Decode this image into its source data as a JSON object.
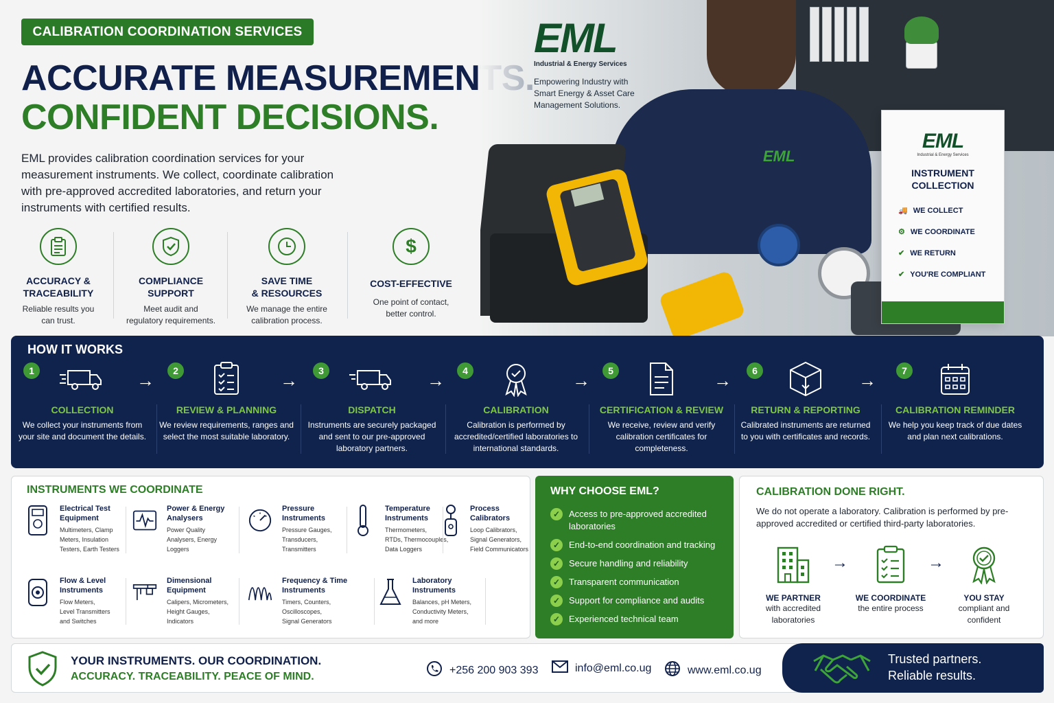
{
  "hero": {
    "tag": "CALIBRATION COORDINATION SERVICES",
    "headline_1": "ACCURATE MEASUREMENTS.",
    "headline_2": "CONFIDENT DECISIONS.",
    "intro": "EML provides calibration coordination services for your measurement instruments. We collect, coordinate calibration with pre-approved accredited laboratories, and return your instruments with certified results."
  },
  "features": [
    {
      "icon": "clipboard-icon",
      "title_1": "ACCURACY &",
      "title_2": "TRACEABILITY",
      "desc_1": "Reliable results you",
      "desc_2": "can trust."
    },
    {
      "icon": "shield-check-icon",
      "title_1": "COMPLIANCE",
      "title_2": "SUPPORT",
      "desc_1": "Meet audit and",
      "desc_2": "regulatory requirements."
    },
    {
      "icon": "clock-icon",
      "title_1": "SAVE TIME",
      "title_2": "& RESOURCES",
      "desc_1": "We manage the entire",
      "desc_2": "calibration process."
    },
    {
      "icon": "dollar-icon",
      "title_1": "COST-EFFECTIVE",
      "title_2": "",
      "desc_1": "One point of contact,",
      "desc_2": "better control."
    }
  ],
  "logo": {
    "name": "EML",
    "subtitle": "Industrial & Energy Services",
    "tagline": "Empowering Industry with Smart Energy & Asset Care Management Solutions."
  },
  "box": {
    "logo": "EML",
    "logo_sub": "Industrial & Energy Services",
    "title_1": "INSTRUMENT",
    "title_2": "COLLECTION",
    "items": [
      "WE COLLECT",
      "WE COORDINATE",
      "WE RETURN",
      "YOU'RE COMPLIANT"
    ]
  },
  "how": {
    "title": "HOW IT WORKS",
    "steps": [
      {
        "num": "1",
        "icon": "truck-icon",
        "title": "COLLECTION",
        "desc": "We collect your instruments from your site and document the details."
      },
      {
        "num": "2",
        "icon": "checklist-icon",
        "title": "REVIEW & PLANNING",
        "desc": "We review requirements, ranges and select the most suitable laboratory."
      },
      {
        "num": "3",
        "icon": "delivery-truck-icon",
        "title": "DISPATCH",
        "desc": "Instruments are securely packaged and sent to our pre-approved laboratory partners."
      },
      {
        "num": "4",
        "icon": "award-ribbon-icon",
        "title": "CALIBRATION",
        "desc": "Calibration is performed by accredited/certified laboratories to international standards."
      },
      {
        "num": "5",
        "icon": "document-icon",
        "title": "CERTIFICATION & REVIEW",
        "desc": "We receive, review and verify calibration certificates for completeness."
      },
      {
        "num": "6",
        "icon": "package-icon",
        "title": "RETURN & REPORTING",
        "desc": "Calibrated instruments are returned to you with certificates and records."
      },
      {
        "num": "7",
        "icon": "calendar-icon",
        "title": "CALIBRATION REMINDER",
        "desc": "We help you keep track of due dates and plan next calibrations."
      }
    ]
  },
  "instruments": {
    "title": "INSTRUMENTS WE COORDINATE",
    "items": [
      {
        "icon": "multimeter-icon",
        "title_1": "Electrical Test",
        "title_2": "Equipment",
        "desc": [
          "Multimeters, Clamp",
          "Meters, Insulation",
          "Testers, Earth Testers"
        ]
      },
      {
        "icon": "waveform-icon",
        "title_1": "Power & Energy",
        "title_2": "Analysers",
        "desc": [
          "Power Quality",
          "Analysers, Energy",
          "Loggers"
        ]
      },
      {
        "icon": "pressure-gauge-icon",
        "title_1": "Pressure",
        "title_2": "Instruments",
        "desc": [
          "Pressure Gauges,",
          "Transducers,",
          "Transmitters"
        ]
      },
      {
        "icon": "thermometer-icon",
        "title_1": "Temperature",
        "title_2": "Instruments",
        "desc": [
          "Thermometers,",
          "RTDs, Thermocouples,",
          "Data Loggers"
        ]
      },
      {
        "icon": "process-calibrator-icon",
        "title_1": "Process",
        "title_2": "Calibrators",
        "desc": [
          "Loop Calibrators,",
          "Signal Generators,",
          "Field Communicators"
        ]
      },
      {
        "icon": "flow-meter-icon",
        "title_1": "Flow & Level",
        "title_2": "Instruments",
        "desc": [
          "Flow Meters,",
          "Level Transmitters",
          "and Switches"
        ]
      },
      {
        "icon": "caliper-icon",
        "title_1": "Dimensional",
        "title_2": "Equipment",
        "desc": [
          "Calipers, Micrometers,",
          "Height Gauges,",
          "Indicators"
        ]
      },
      {
        "icon": "frequency-wave-icon",
        "title_1": "Frequency & Time",
        "title_2": "Instruments",
        "desc": [
          "Timers, Counters,",
          "Oscilloscopes,",
          "Signal Generators"
        ]
      },
      {
        "icon": "flask-icon",
        "title_1": "Laboratory",
        "title_2": "Instruments",
        "desc": [
          "Balances, pH Meters,",
          "Conductivity Meters,",
          "and more"
        ]
      }
    ]
  },
  "why": {
    "title": "WHY CHOOSE EML?",
    "items": [
      "Access to pre-approved accredited laboratories",
      "End-to-end coordination and tracking",
      "Secure handling and reliability",
      "Transparent communication",
      "Support for compliance and audits",
      "Experienced technical team"
    ]
  },
  "right": {
    "title": "CALIBRATION DONE RIGHT.",
    "desc": "We do not operate a laboratory. Calibration is performed by pre-approved accredited or certified third-party laboratories.",
    "cols": [
      {
        "icon": "building-icon",
        "title": "WE PARTNER",
        "desc_1": "with accredited",
        "desc_2": "laboratories"
      },
      {
        "icon": "checklist-icon",
        "title": "WE COORDINATE",
        "desc_1": "the entire process",
        "desc_2": ""
      },
      {
        "icon": "award-ribbon-icon",
        "title": "YOU STAY",
        "desc_1": "compliant and",
        "desc_2": "confident"
      }
    ]
  },
  "footer": {
    "line_1": "YOUR INSTRUMENTS. OUR COORDINATION.",
    "line_2": "ACCURACY. TRACEABILITY. PEACE OF MIND.",
    "phone": "+256 200 903 393",
    "email": "info@eml.co.ug",
    "web": "www.eml.co.ug",
    "trust_1": "Trusted partners.",
    "trust_2": "Reliable results."
  },
  "colors": {
    "navy": "#10234c",
    "green": "#2e7d27",
    "light_green": "#7fc843"
  }
}
